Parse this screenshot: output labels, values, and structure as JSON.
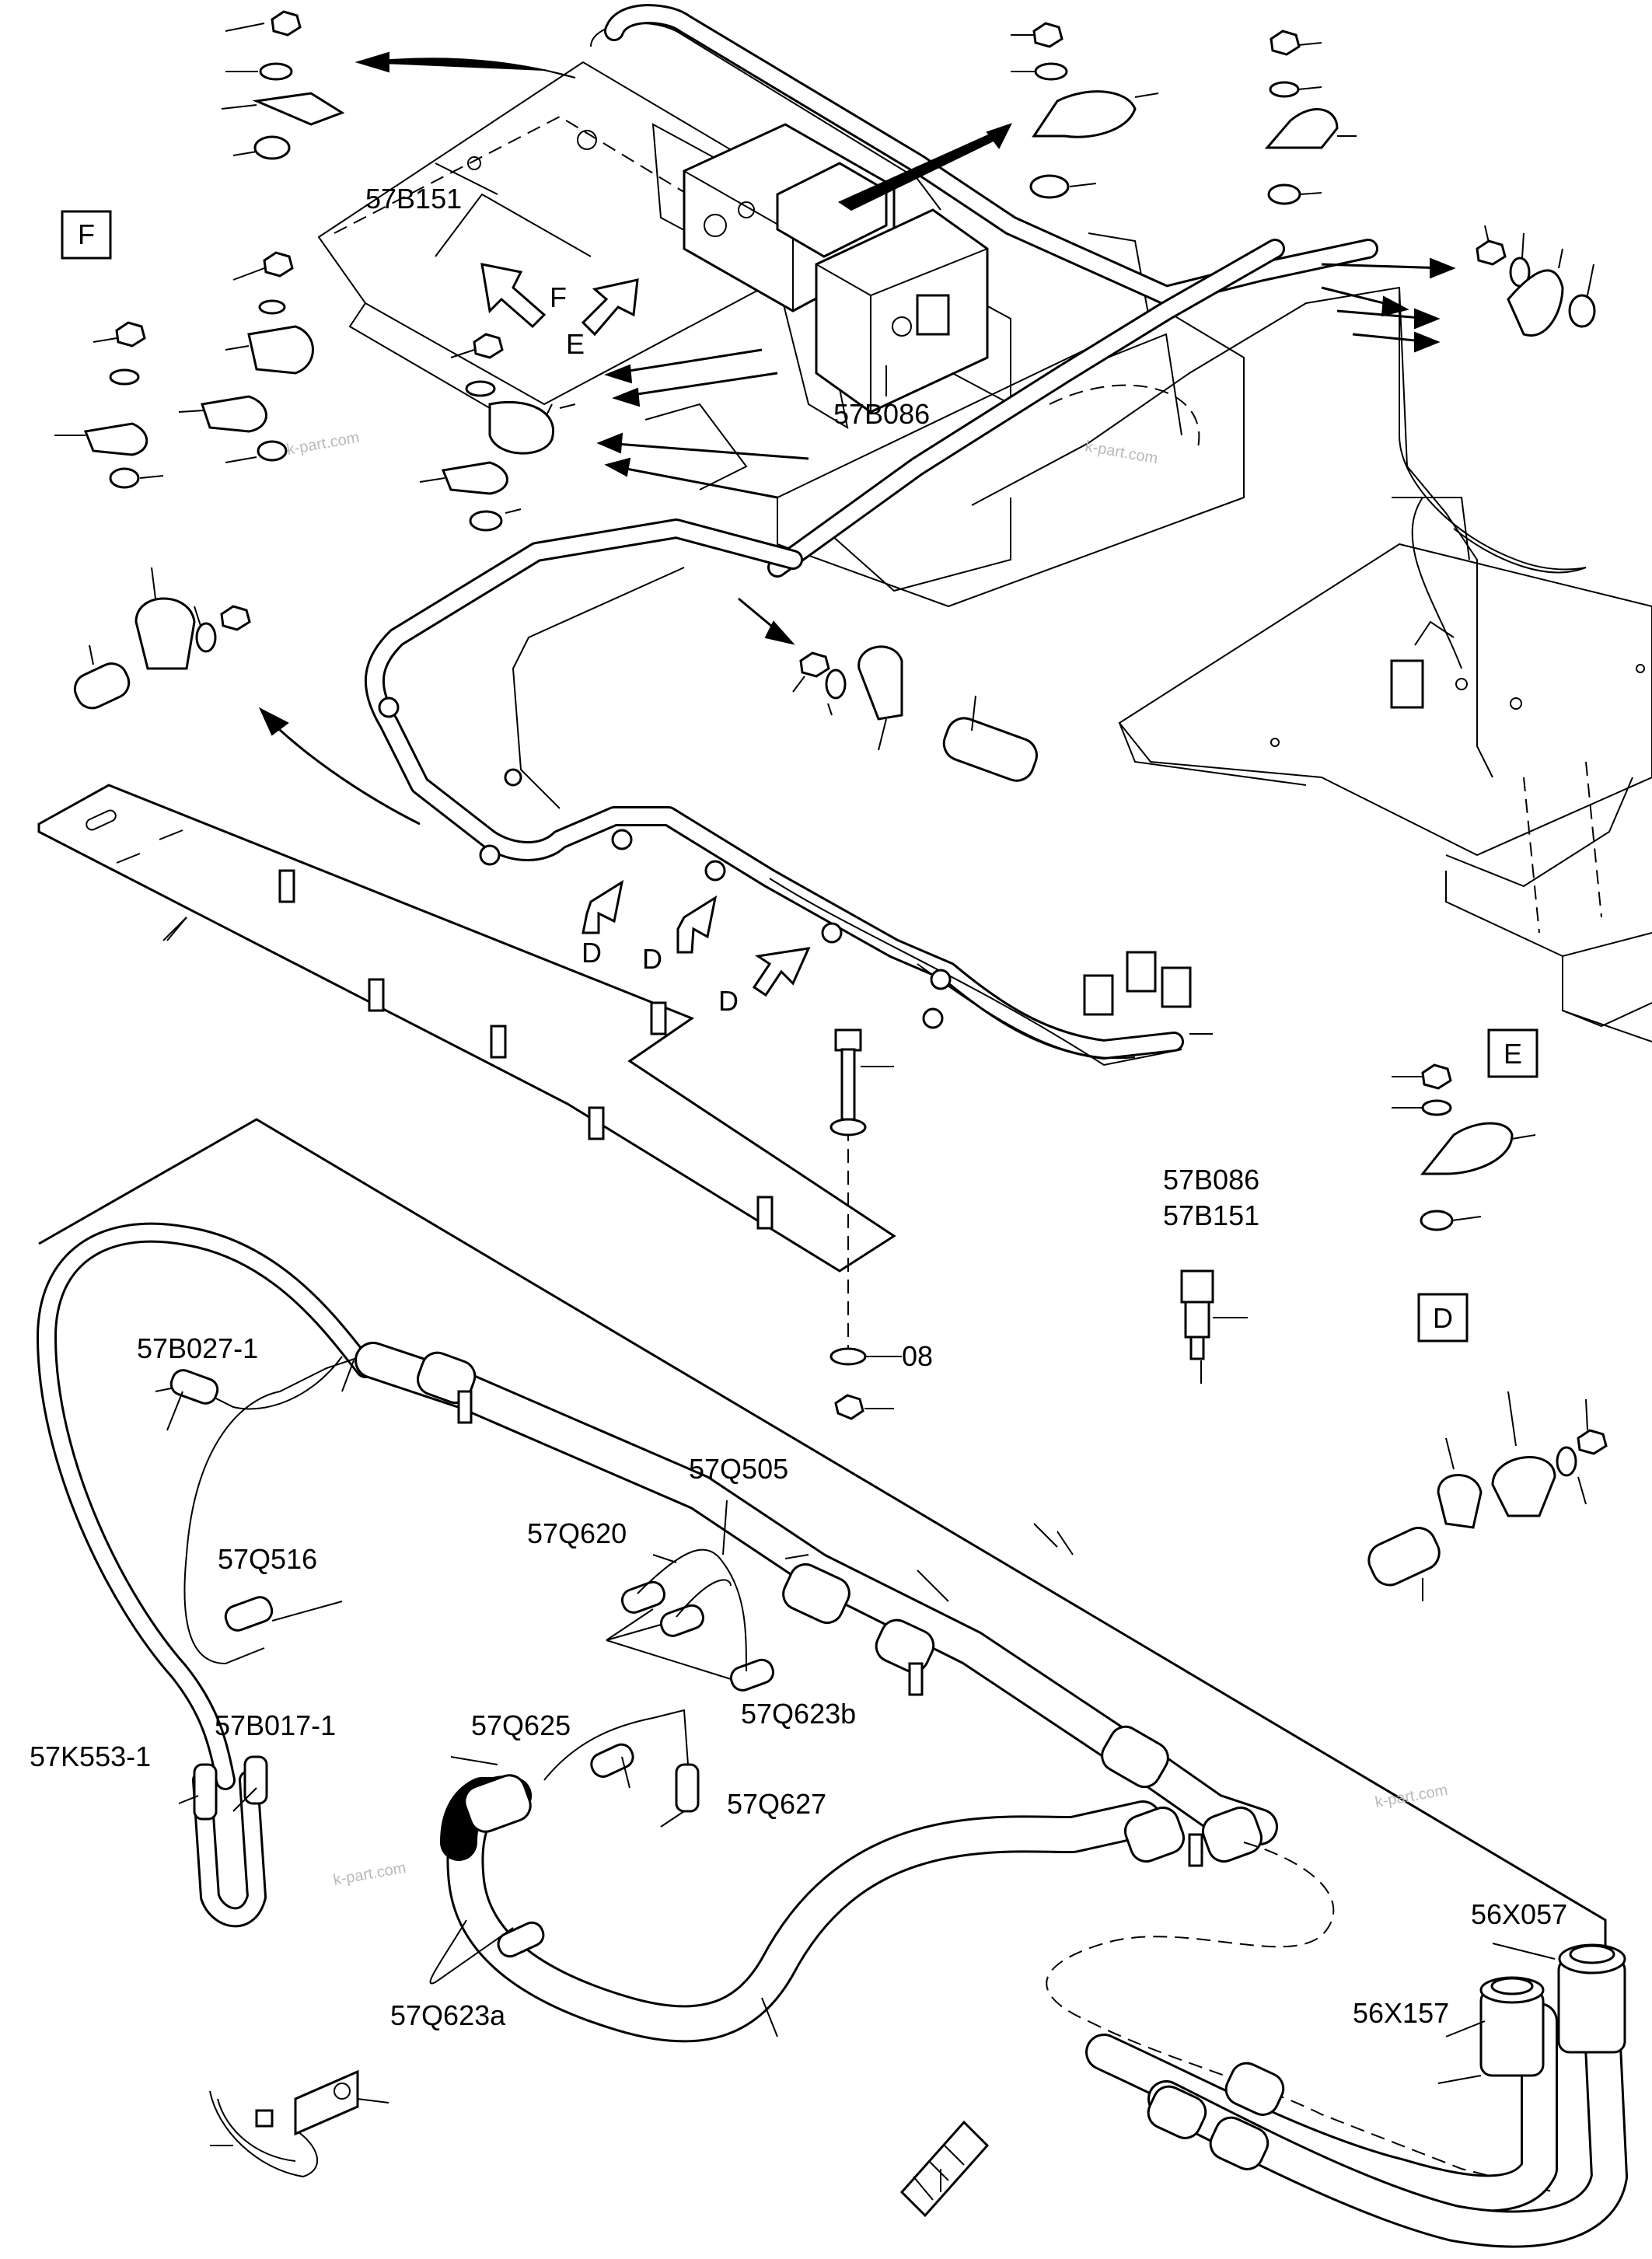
{
  "view_labels": {
    "F": "F",
    "E": "E",
    "D": "D"
  },
  "arrow_letters": {
    "F": "F",
    "E": "E",
    "D1": "D",
    "D2": "D",
    "D3": "D"
  },
  "part_labels": {
    "57B151": "57B151",
    "57B086": "57B086",
    "sensor_57B086": "57B086",
    "sensor_57B151": "57B151",
    "08": "08",
    "57B027_1": "57B027-1",
    "57Q505": "57Q505",
    "57Q620": "57Q620",
    "57Q516": "57Q516",
    "57Q623b": "57Q623b",
    "57B017_1": "57B017-1",
    "57K553_1": "57K553-1",
    "57Q625": "57Q625",
    "57Q627": "57Q627",
    "56X057": "56X057",
    "56X157": "56X157",
    "57Q623a": "57Q623a"
  },
  "watermarks": [
    "k-part.com",
    "k-part.com",
    "k-part.com",
    "k-part.com"
  ],
  "icons": [
    "nut-icon",
    "washer-icon",
    "p-clamp-icon",
    "spacer-sleeve-icon",
    "bolt-icon",
    "cable-tie-icon",
    "pressure-switch-icon",
    "hydraulic-coupler-icon",
    "spiral-wrap-icon",
    "grommet-plate-icon"
  ]
}
